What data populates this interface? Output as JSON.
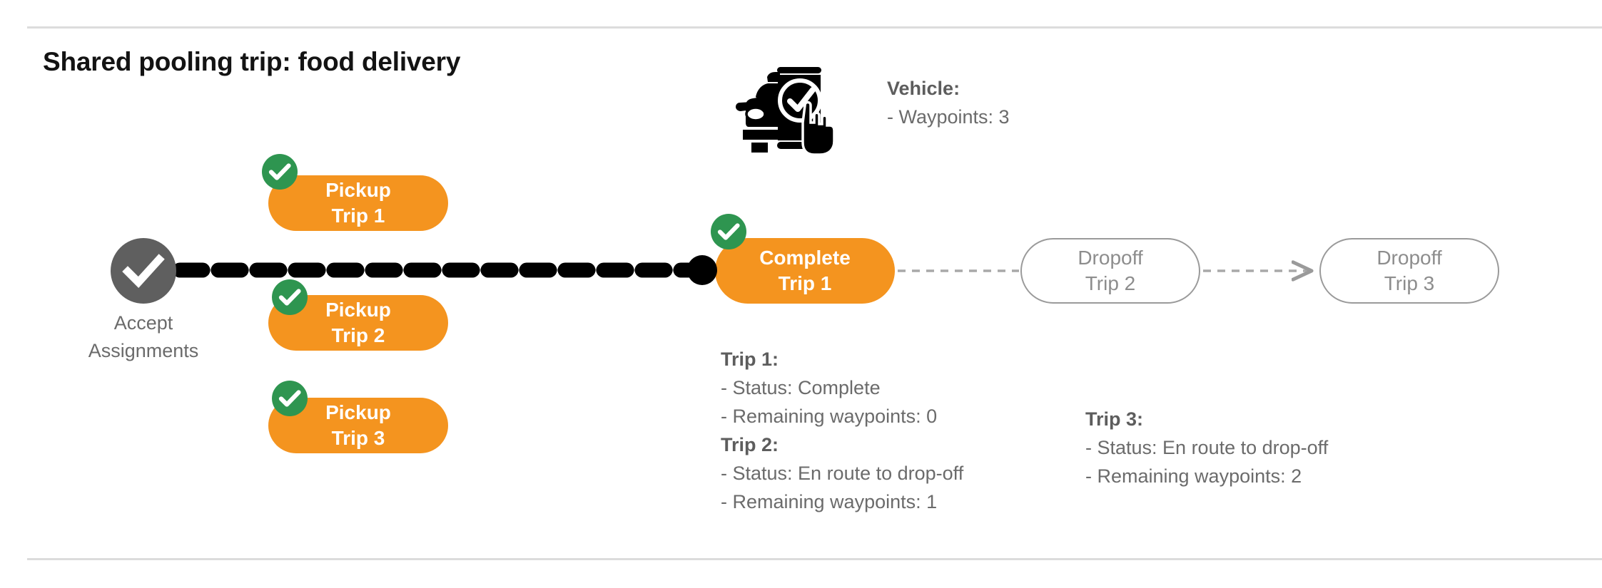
{
  "page": {
    "title": "Shared pooling trip: food delivery",
    "colors": {
      "orange": "#F4941F",
      "green": "#2E9550",
      "grey_node": "#5f5f5f",
      "grey_text": "#6b6b6b",
      "grey_outline": "#9a9a9a",
      "black": "#000000",
      "divider": "#dcdcdc"
    }
  },
  "start_node": {
    "icon": "check-circle-icon",
    "label_line1": "Accept",
    "label_line2": "Assignments"
  },
  "pickups": [
    {
      "id": "pickup-trip-1",
      "line1": "Pickup",
      "line2": "Trip 1",
      "completed": true,
      "badge_icon": "check-badge-icon"
    },
    {
      "id": "pickup-trip-2",
      "line1": "Pickup",
      "line2": "Trip 2",
      "completed": true,
      "badge_icon": "check-badge-icon"
    },
    {
      "id": "pickup-trip-3",
      "line1": "Pickup",
      "line2": "Trip 3",
      "completed": true,
      "badge_icon": "check-badge-icon"
    }
  ],
  "stages": [
    {
      "id": "complete-trip-1",
      "line1": "Complete",
      "line2": "Trip 1",
      "state": "active",
      "completed": true,
      "badge_icon": "check-badge-icon"
    },
    {
      "id": "dropoff-trip-2",
      "line1": "Dropoff",
      "line2": "Trip 2",
      "state": "pending",
      "completed": false
    },
    {
      "id": "dropoff-trip-3",
      "line1": "Dropoff",
      "line2": "Trip 3",
      "state": "pending",
      "completed": false
    }
  ],
  "vehicle": {
    "icon": "car-phone-check-icon",
    "heading": "Vehicle:",
    "waypoints_line": "- Waypoints: 3"
  },
  "trip_details": [
    {
      "id": "trip-1",
      "heading": "Trip 1:",
      "status_line": "- Status:  Complete",
      "waypoints_line": "- Remaining waypoints: 0"
    },
    {
      "id": "trip-2",
      "heading": "Trip 2:",
      "status_line": "- Status:  En route to drop-off",
      "waypoints_line": "- Remaining waypoints: 1"
    },
    {
      "id": "trip-3",
      "heading": "Trip 3:",
      "status_line": "- Status:  En route to drop-off",
      "waypoints_line": "- Remaining waypoints: 2"
    }
  ]
}
